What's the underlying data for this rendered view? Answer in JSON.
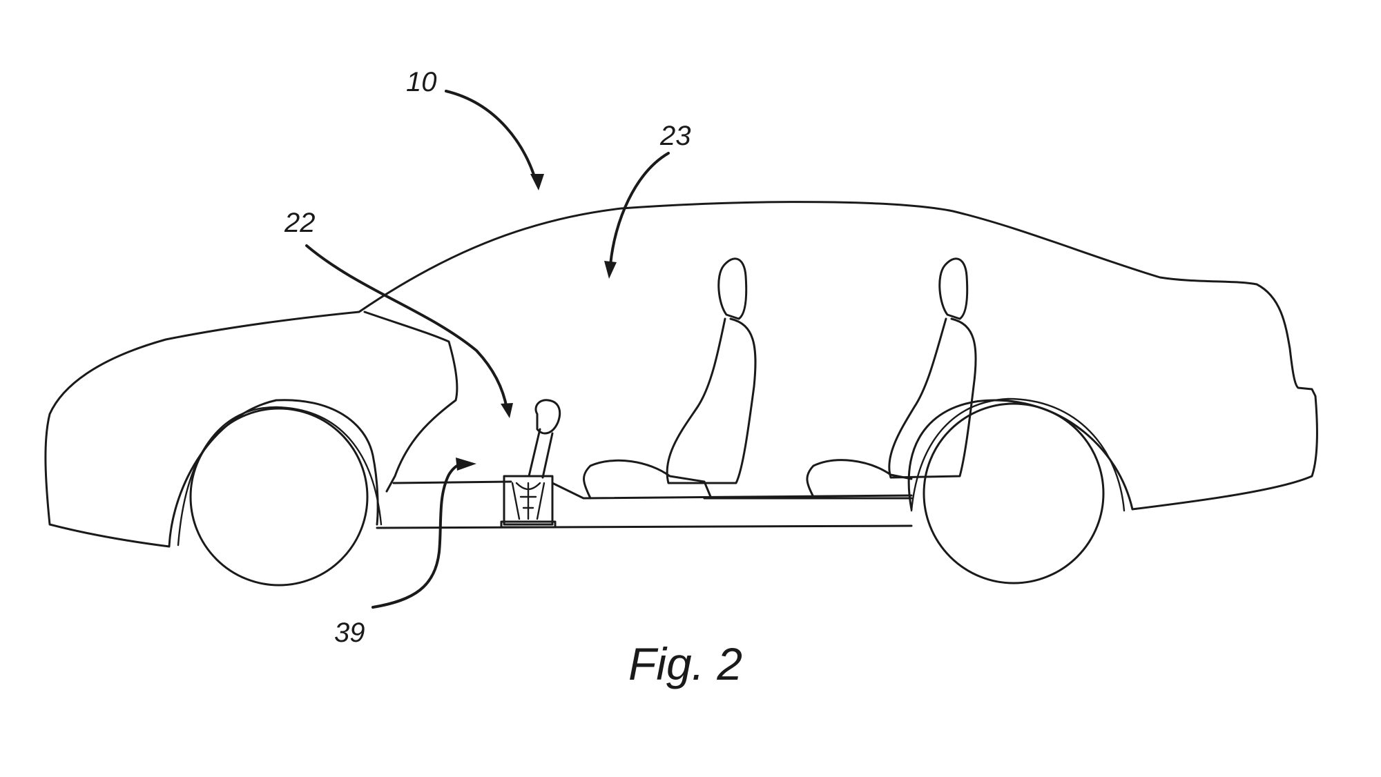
{
  "figure": {
    "caption": "Fig. 2",
    "reference_numerals": {
      "vehicle": "10",
      "cabin": "23",
      "shifter": "22",
      "floor_assembly": "39"
    },
    "stroke_color": "#1a1a1a",
    "background_color": "#ffffff"
  }
}
